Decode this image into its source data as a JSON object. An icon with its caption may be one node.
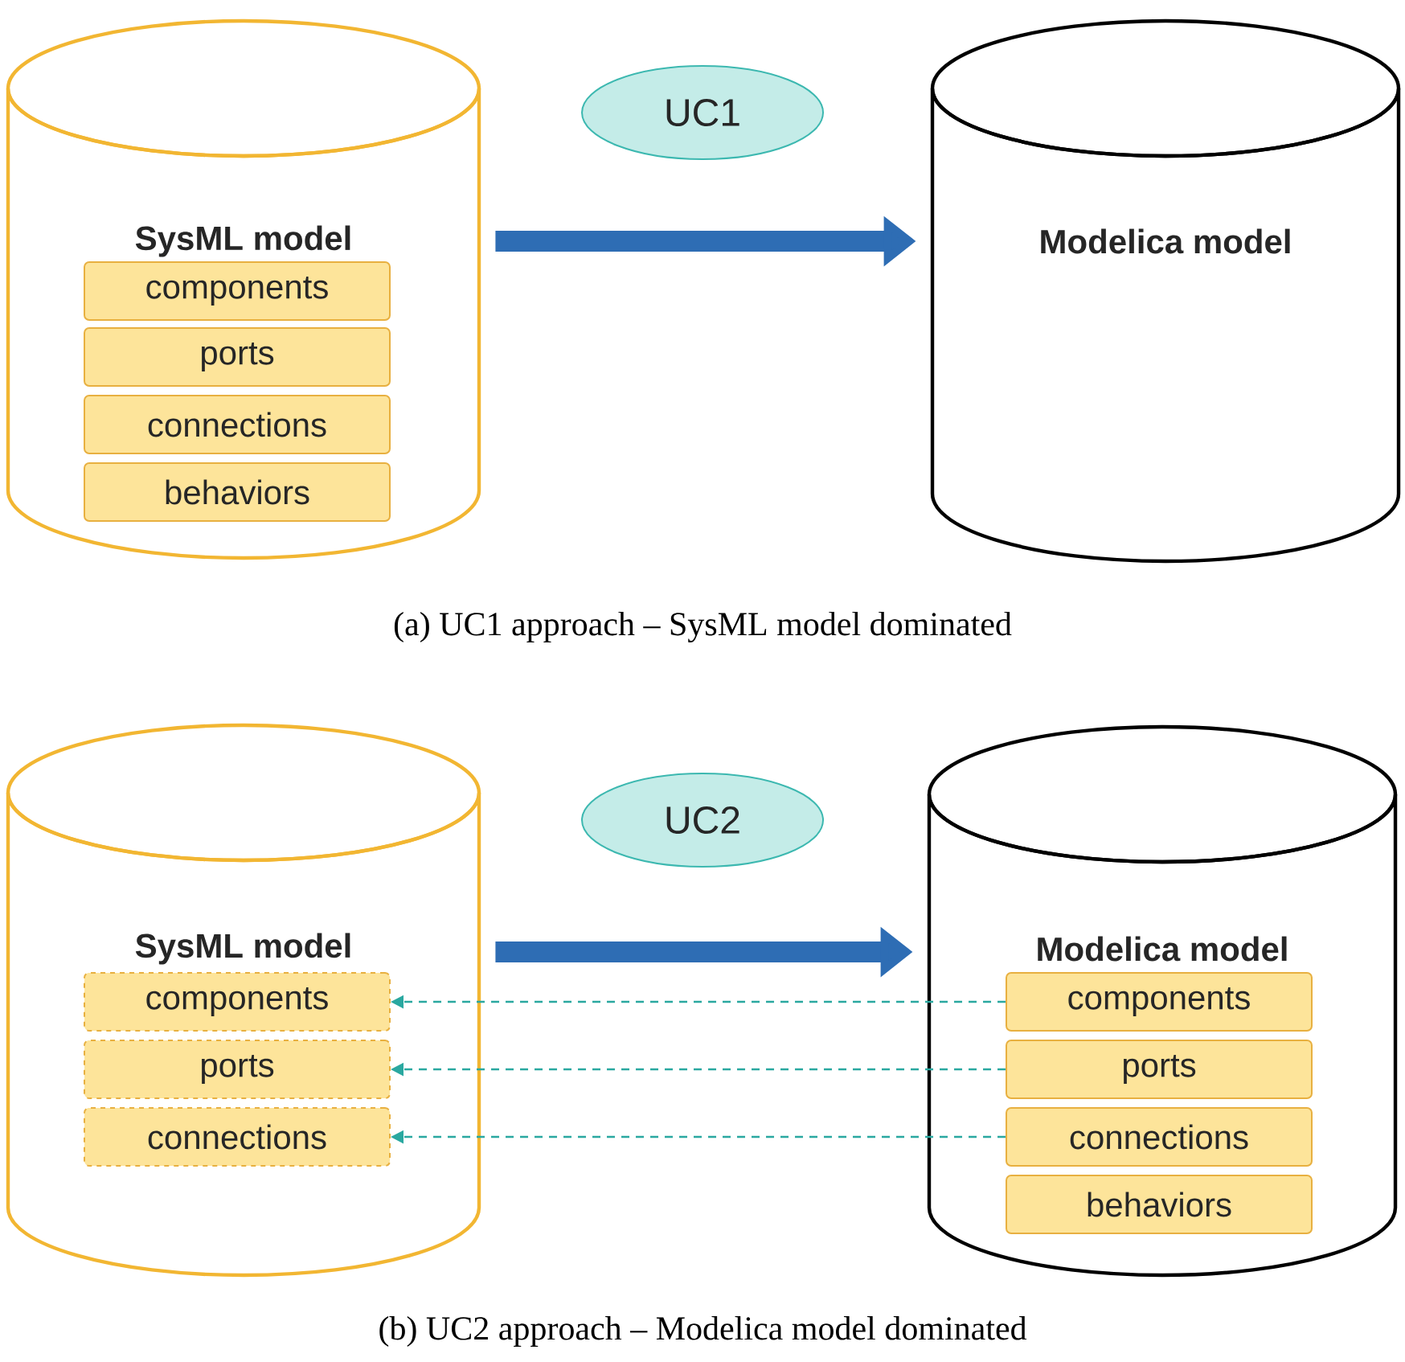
{
  "diagram": {
    "nodes": [
      {
        "text": [
          "SysML model"
        ]
      },
      {
        "text": [
          "components"
        ],
        "in": 0
      },
      {
        "text": [
          "ports"
        ],
        "in": 0
      },
      {
        "text": [
          "connections"
        ],
        "in": 0
      },
      {
        "text": [
          "behaviors"
        ],
        "in": 0
      },
      {
        "text": [
          "UC1"
        ]
      },
      {
        "text": [
          "Modelica model"
        ]
      },
      {
        "text": [
          "SysML model"
        ]
      },
      {
        "text": [
          "components"
        ],
        "in": 7
      },
      {
        "text": [
          "ports"
        ],
        "in": 7
      },
      {
        "text": [
          "connections"
        ],
        "in": 7
      },
      {
        "text": [
          "UC2"
        ]
      },
      {
        "text": [
          "Modelica model"
        ]
      },
      {
        "text": [
          "components"
        ],
        "in": 12
      },
      {
        "text": [
          "ports"
        ],
        "in": 12
      },
      {
        "text": [
          "connections"
        ],
        "in": 12
      },
      {
        "text": [
          "behaviors"
        ],
        "in": 12
      }
    ],
    "edges": [
      {
        "from": 0,
        "to": 6,
        "arrow": "to",
        "style": "thick",
        "color": "#2e6db4"
      },
      {
        "from": 7,
        "to": 12,
        "arrow": "to",
        "style": "thick",
        "color": "#2e6db4"
      },
      {
        "from": 13,
        "to": 8,
        "arrow": "to",
        "style": "dashed"
      },
      {
        "from": 14,
        "to": 9,
        "arrow": "to",
        "style": "dashed"
      },
      {
        "from": 15,
        "to": 10,
        "arrow": "to",
        "style": "dashed"
      }
    ],
    "labels": [
      "(a) UC1 approach – SysML model dominated",
      "(b) UC2 approach – Modelica model dominated"
    ]
  }
}
